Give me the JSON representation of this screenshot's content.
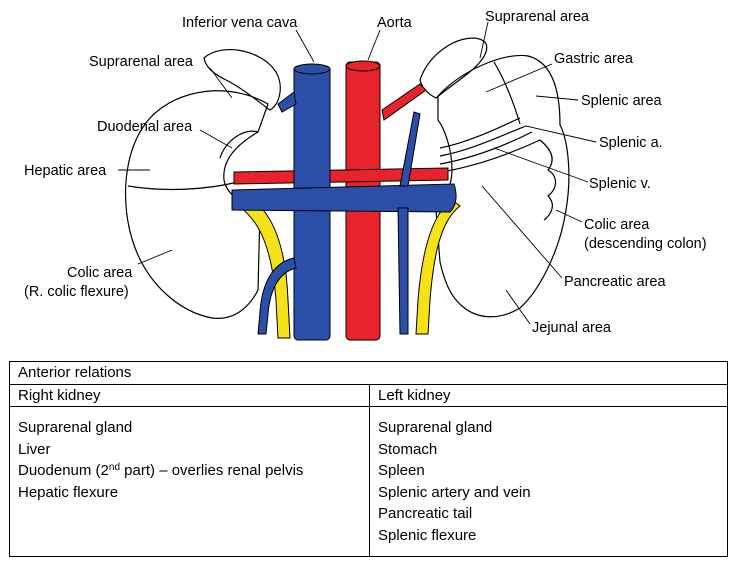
{
  "diagram": {
    "labels": {
      "ivc": "Inferior vena cava",
      "aorta": "Aorta",
      "suprarenal_left": "Suprarenal area",
      "suprarenal_right": "Suprarenal area",
      "gastric": "Gastric area",
      "splenic_area": "Splenic area",
      "duodenal": "Duodenal area",
      "splenic_a": "Splenic a.",
      "hepatic": "Hepatic area",
      "splenic_v": "Splenic v.",
      "colic_left_1": "Colic area",
      "colic_left_2": "(descending colon)",
      "colic_right_1": "Colic area",
      "colic_right_2": "(R. colic flexure)",
      "pancreatic": "Pancreatic area",
      "jejunal": "Jejunal area"
    },
    "colors": {
      "vein": "#2b4fa8",
      "artery": "#e8232c",
      "ureter": "#f5e21a",
      "outline": "#000000"
    }
  },
  "table": {
    "title": "Anterior relations",
    "columns": [
      "Right kidney",
      "Left kidney"
    ],
    "right": {
      "gland": "Suprarenal gland",
      "liver": "Liver",
      "duodenum_pre": "Duodenum (2",
      "duodenum_sup": "nd",
      "duodenum_post": " part) – overlies renal pelvis",
      "flexure": "Hepatic flexure"
    },
    "left": [
      "Suprarenal gland",
      "Stomach",
      "Spleen",
      "Splenic artery and vein",
      "Pancreatic tail",
      "Splenic flexure"
    ]
  }
}
